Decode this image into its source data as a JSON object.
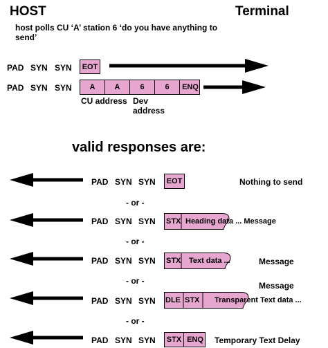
{
  "header": {
    "host": "HOST",
    "terminal": "Terminal",
    "poll_note": "host polls CU ‘A’ station 6 ‘do you have anything to send’"
  },
  "poll_rows": [
    {
      "tokens": [
        "PAD",
        "SYN",
        "SYN"
      ],
      "cells": [
        "EOT"
      ]
    },
    {
      "tokens": [
        "PAD",
        "SYN",
        "SYN"
      ],
      "cells": [
        "A",
        "A",
        "6",
        "6",
        "ENQ"
      ]
    }
  ],
  "address_labels": {
    "cu": "CU address",
    "dev": "Dev address"
  },
  "responses_title": "valid responses are:",
  "separator": "- or -",
  "responses": [
    {
      "tokens": [
        "PAD",
        "SYN",
        "SYN"
      ],
      "cells": [
        "EOT"
      ],
      "description": "Nothing to send"
    },
    {
      "tokens": [
        "PAD",
        "SYN",
        "SYN"
      ],
      "cells": [
        "STX"
      ],
      "inner_text": "Heading data ... Message"
    },
    {
      "tokens": [
        "PAD",
        "SYN",
        "SYN"
      ],
      "cells": [
        "STX"
      ],
      "inner_text": "Text data ...",
      "description": "Message"
    },
    {
      "tokens": [
        "PAD",
        "SYN",
        "SYN"
      ],
      "cells": [
        "DLE",
        "STX"
      ],
      "inner_text": "Transparent Text data ...",
      "description": "Message"
    },
    {
      "tokens": [
        "PAD",
        "SYN",
        "SYN"
      ],
      "cells": [
        "STX",
        "ENQ"
      ],
      "description": "Temporary Text Delay"
    }
  ]
}
